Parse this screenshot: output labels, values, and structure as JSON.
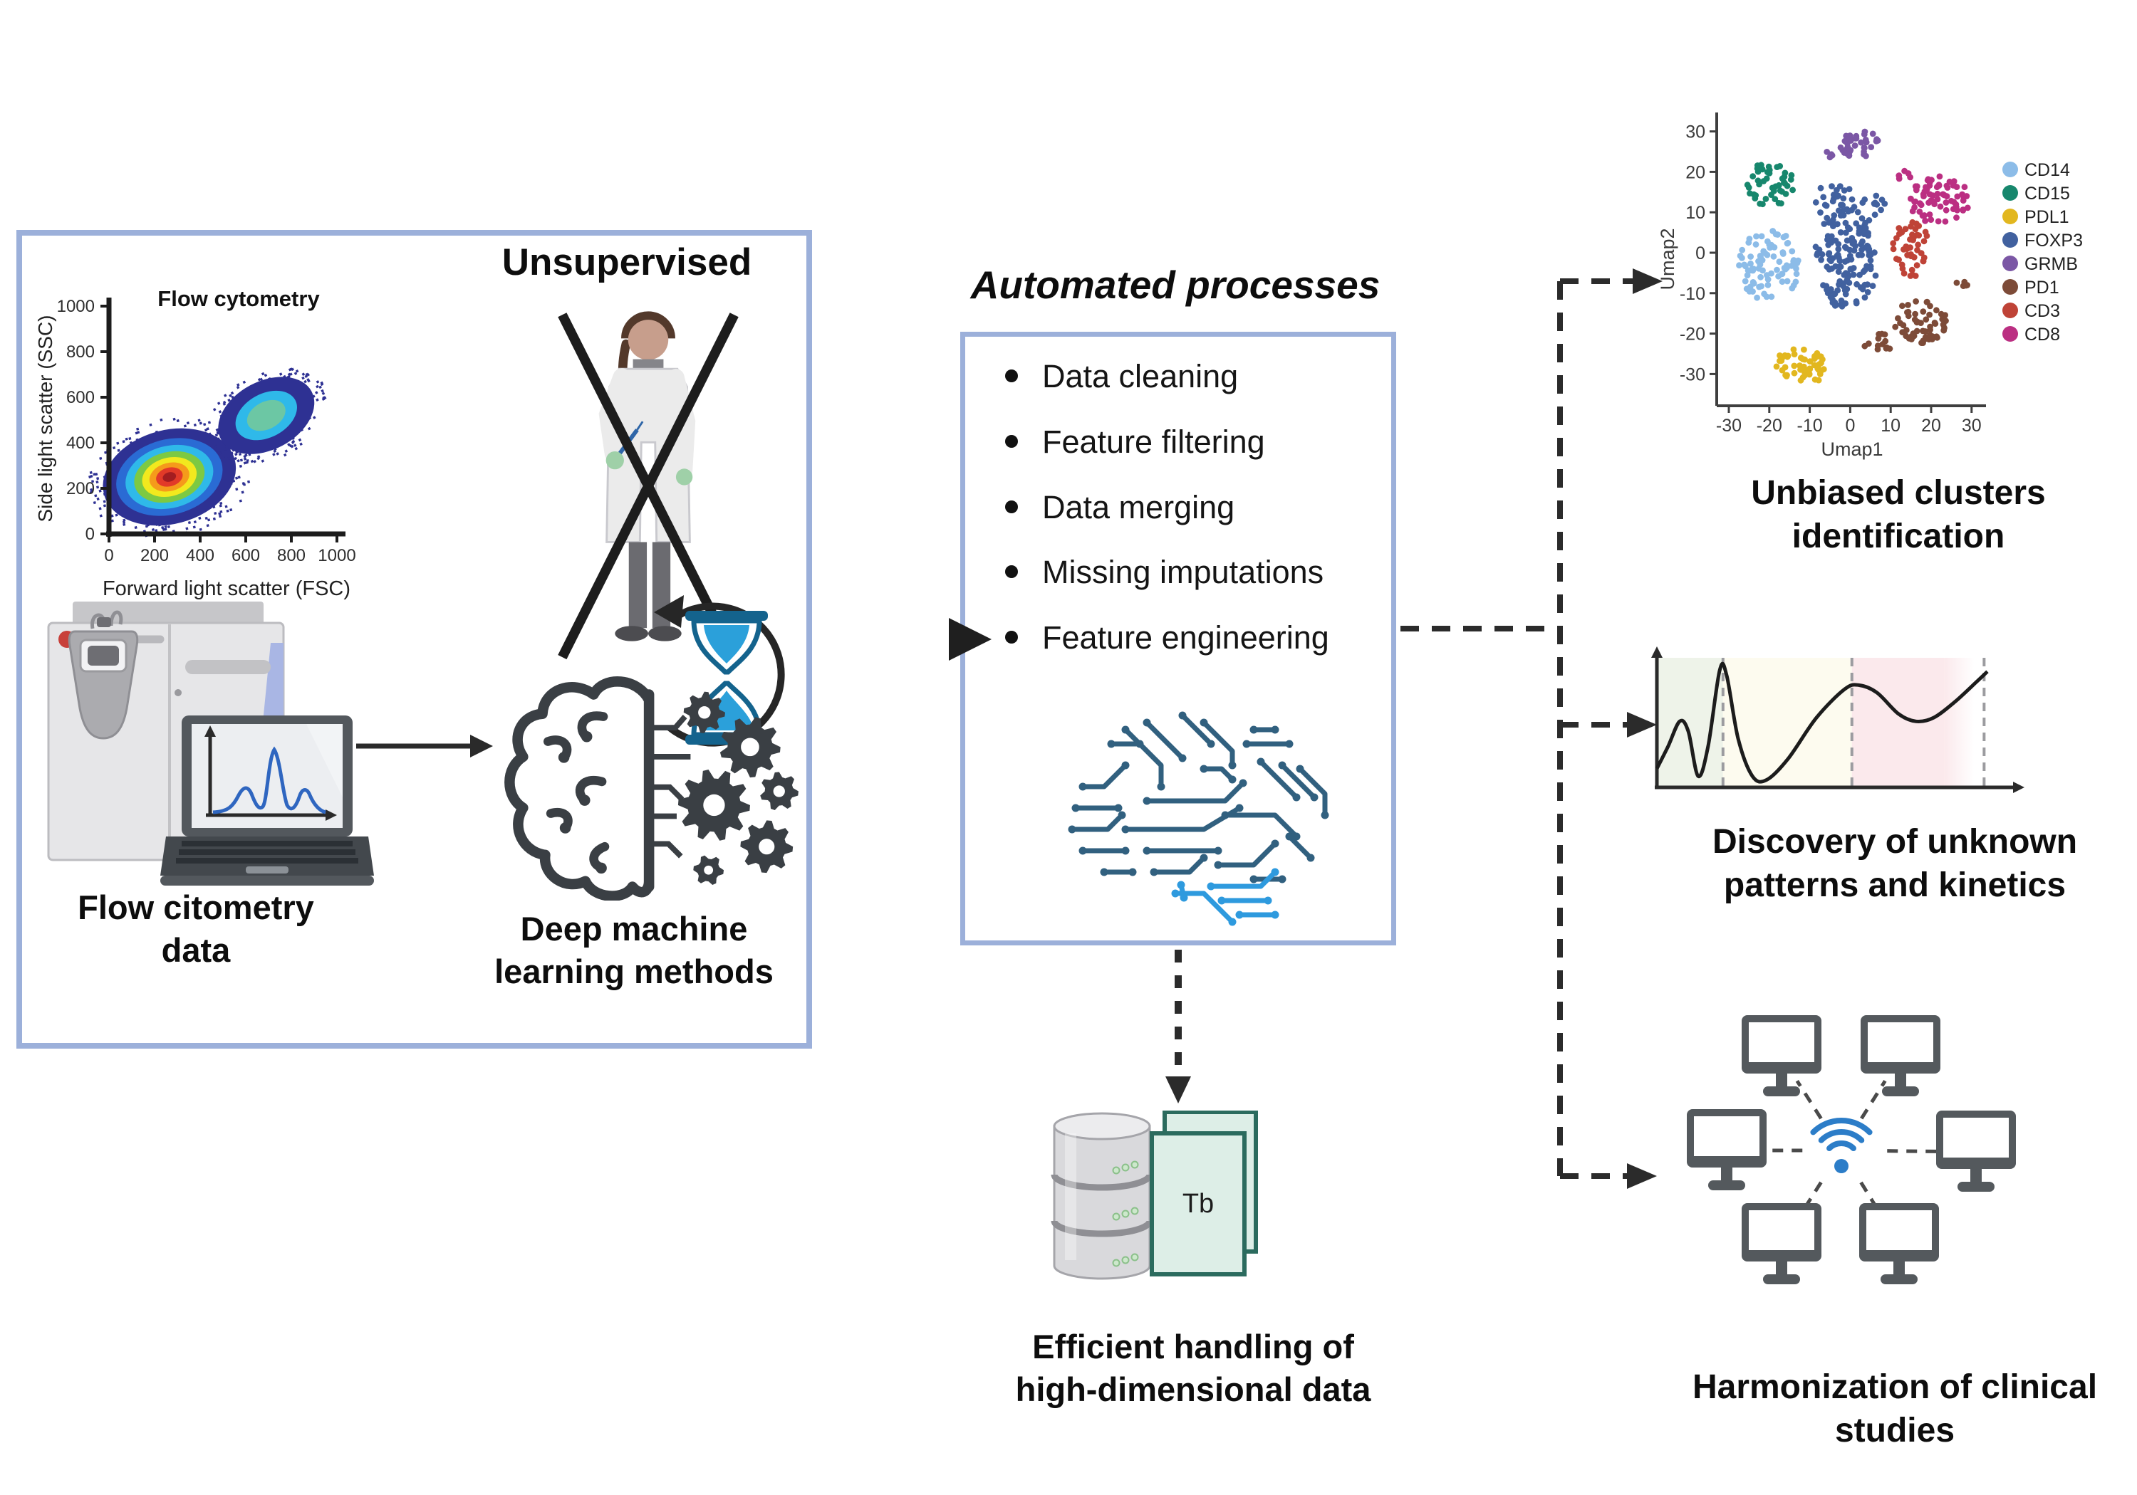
{
  "left_panel": {
    "heading_unsupervised": "Unsupervised",
    "flow_data_caption": [
      "Flow citometry",
      "data"
    ],
    "deep_learning_caption": [
      "Deep machine",
      "learning methods"
    ]
  },
  "center_panel": {
    "title": "Automated processes",
    "bullets": [
      "Data cleaning",
      "Feature filtering",
      "Data merging",
      "Missing imputations",
      "Feature engineering"
    ]
  },
  "storage": {
    "tb_label": "Tb",
    "caption": [
      "Efficient handling of",
      "high-dimensional data"
    ]
  },
  "outputs": {
    "umap_caption": [
      "Unbiased clusters",
      "identification"
    ],
    "kinetics_caption": [
      "Discovery of unknown",
      "patterns and kinetics"
    ],
    "network_caption": [
      "Harmonization of clinical",
      "studies"
    ]
  },
  "colors": {
    "panel_border": "#9cb0da",
    "connector_dark": "#2b2b2b",
    "kinetics_dash": "#9c9ca0",
    "wifi_blue": "#2c7dc8",
    "monitor_gray": "#54595d",
    "circuit_dark": "#31607f",
    "circuit_light": "#2e9ade",
    "hourglass_frame": "#14638d",
    "hourglass_sand": "#2ba0da",
    "card_fill": "#ddeee7",
    "card_border": "#2b6b5e"
  },
  "chart_data": [
    {
      "type": "scatter",
      "title": "Flow cytometry",
      "xlabel": "Forward light scatter (FSC)",
      "ylabel": "Side light scatter (SSC)",
      "xlim": [
        0,
        1000
      ],
      "ylim": [
        0,
        1000
      ],
      "x_ticks": [
        0,
        200,
        400,
        600,
        800,
        1000
      ],
      "y_ticks": [
        0,
        200,
        400,
        600,
        800,
        1000
      ],
      "clusters": [
        {
          "name": "dense-population-low",
          "center": [
            265,
            250
          ],
          "rx": 95,
          "ry": 66,
          "rotation": -15,
          "speckles": 150,
          "levels": [
            {
              "scale": 1,
              "color": "#2e3193"
            },
            {
              "scale": 0.8,
              "color": "#2a6bd4"
            },
            {
              "scale": 0.66,
              "color": "#2fb9e9"
            },
            {
              "scale": 0.53,
              "color": "#7dc942"
            },
            {
              "scale": 0.41,
              "color": "#f2e91e"
            },
            {
              "scale": 0.3,
              "color": "#f59b1b"
            },
            {
              "scale": 0.2,
              "color": "#e23a28"
            },
            {
              "scale": 0.1,
              "color": "#a31d20"
            }
          ]
        },
        {
          "name": "dense-population-high",
          "center": [
            690,
            520
          ],
          "rx": 72,
          "ry": 48,
          "rotation": -28,
          "speckles": 120,
          "levels": [
            {
              "scale": 1,
              "color": "#2e3193"
            },
            {
              "scale": 0.64,
              "color": "#2fb9e9"
            },
            {
              "scale": 0.4,
              "color": "#6cc7a4"
            }
          ]
        }
      ]
    },
    {
      "type": "scatter",
      "xlabel": "Umap1",
      "ylabel": "Umap2",
      "xlim": [
        -33,
        34
      ],
      "ylim": [
        -37,
        32
      ],
      "x_ticks": [
        -30,
        -20,
        -10,
        0,
        10,
        20,
        30
      ],
      "y_ticks": [
        -30,
        -20,
        -10,
        0,
        10,
        20,
        30
      ],
      "legend_position": "right",
      "point_radius": 4.4,
      "series": [
        {
          "name": "CD14",
          "color": "#8cbce8",
          "blobs": [
            {
              "center": [
                -20,
                -3
              ],
              "radius": [
                7.5,
                9
              ],
              "n": 85
            }
          ]
        },
        {
          "name": "CD15",
          "color": "#17876d",
          "blobs": [
            {
              "center": [
                -20,
                17
              ],
              "radius": [
                6,
                5.5
              ],
              "n": 48
            }
          ]
        },
        {
          "name": "PDL1",
          "color": "#e2b71f",
          "blobs": [
            {
              "center": [
                -12,
                -28
              ],
              "radius": [
                6.5,
                5
              ],
              "n": 55
            }
          ]
        },
        {
          "name": "FOXP3",
          "color": "#41619f",
          "blobs": [
            {
              "center": [
                -1,
                -1
              ],
              "radius": [
                8,
                13
              ],
              "n": 150
            },
            {
              "center": [
                -3,
                13
              ],
              "radius": [
                7,
                4
              ],
              "n": 25
            },
            {
              "center": [
                6,
                12
              ],
              "radius": [
                3,
                3
              ],
              "n": 10
            }
          ]
        },
        {
          "name": "GRMB",
          "color": "#7b57a5",
          "blobs": [
            {
              "center": [
                2,
                27
              ],
              "radius": [
                5,
                3.5
              ],
              "n": 35
            },
            {
              "center": [
                -5.5,
                24
              ],
              "radius": [
                1.5,
                1
              ],
              "n": 4
            }
          ]
        },
        {
          "name": "PD1",
          "color": "#7d4b38",
          "blobs": [
            {
              "center": [
                17,
                -17
              ],
              "radius": [
                7,
                5.5
              ],
              "n": 60
            },
            {
              "center": [
                7,
                -22
              ],
              "radius": [
                4,
                2.5
              ],
              "n": 14
            },
            {
              "center": [
                28,
                -8
              ],
              "radius": [
                2,
                1.5
              ],
              "n": 5
            }
          ]
        },
        {
          "name": "CD3",
          "color": "#bf4337",
          "blobs": [
            {
              "center": [
                15,
                1
              ],
              "radius": [
                4.5,
                7
              ],
              "n": 48
            }
          ]
        },
        {
          "name": "CD8",
          "color": "#bb2f82",
          "blobs": [
            {
              "center": [
                22,
                13
              ],
              "radius": [
                7.5,
                6
              ],
              "n": 70
            },
            {
              "center": [
                13,
                19
              ],
              "radius": [
                2,
                1.5
              ],
              "n": 5
            }
          ]
        }
      ]
    },
    {
      "type": "line",
      "color": "#1c1c1c",
      "regions": [
        {
          "from": 0,
          "to": 0.2,
          "color": "#eef3e9"
        },
        {
          "from": 0.2,
          "to": 0.59,
          "color": "#fdfbef"
        },
        {
          "from": 0.59,
          "to": 0.87,
          "color": "#fbe9ec"
        }
      ],
      "region_boundaries": [
        0.2,
        0.59,
        0.99
      ],
      "points": [
        [
          0,
          0.15
        ],
        [
          0.034,
          0.33
        ],
        [
          0.069,
          0.53
        ],
        [
          0.095,
          0.45
        ],
        [
          0.125,
          0.09
        ],
        [
          0.155,
          0.33
        ],
        [
          0.19,
          0.94
        ],
        [
          0.211,
          0.9
        ],
        [
          0.246,
          0.39
        ],
        [
          0.289,
          0.09
        ],
        [
          0.332,
          0.06
        ],
        [
          0.397,
          0.23
        ],
        [
          0.483,
          0.56
        ],
        [
          0.569,
          0.79
        ],
        [
          0.612,
          0.82
        ],
        [
          0.666,
          0.76
        ],
        [
          0.731,
          0.59
        ],
        [
          0.784,
          0.53
        ],
        [
          0.838,
          0.56
        ],
        [
          0.903,
          0.69
        ],
        [
          0.968,
          0.85
        ],
        [
          1.0,
          0.93
        ]
      ]
    }
  ]
}
